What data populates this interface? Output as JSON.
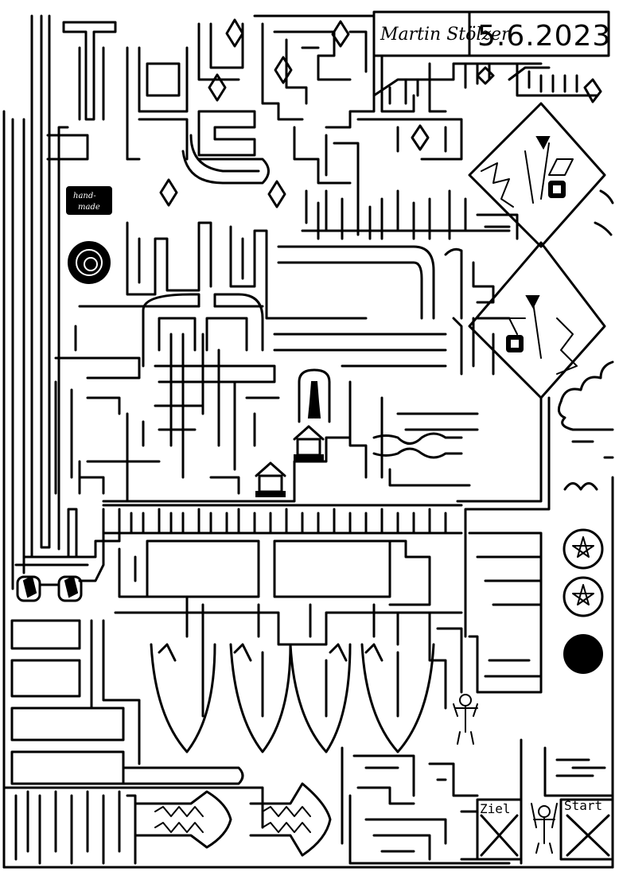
{
  "header": {
    "author": "Martin Stölzer",
    "date": "5.6.2023"
  },
  "badge": {
    "line1": "hand-",
    "line2": "made"
  },
  "targets": {
    "goal_label": "Ziel",
    "start_label": "Start"
  },
  "colors": {
    "ink": "#000000",
    "paper": "#ffffff"
  }
}
